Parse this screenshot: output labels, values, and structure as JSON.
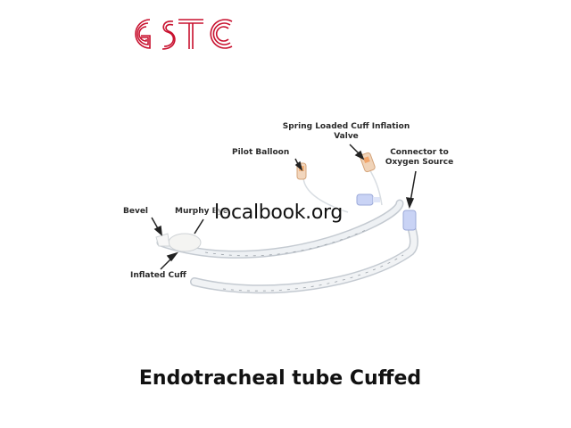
{
  "logo": {
    "text": "GSTC",
    "color": "#c8102e"
  },
  "labels": {
    "spring_valve_line1": "Spring Loaded Cuff Inflation",
    "spring_valve_line2": "Valve",
    "pilot_balloon": "Pilot Balloon",
    "connector_line1": "Connector to",
    "connector_line2": "Oxygen Source",
    "bevel": "Bevel",
    "murphy_eye": "Murphy Eye",
    "inflated_cuff": "Inflated Cuff"
  },
  "watermark": "localbook.org",
  "caption": "Endotracheal tube Cuffed",
  "colors": {
    "tube": "#e9ecef",
    "tube_edge": "#c4cad1",
    "connector": "#c9d3f5",
    "pilot": "#f2b27a"
  }
}
